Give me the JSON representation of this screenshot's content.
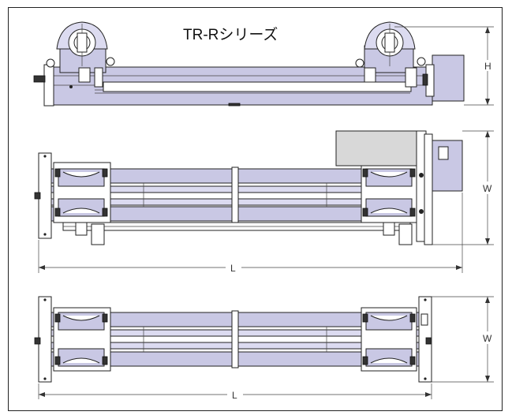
{
  "title": "TR-Rシリーズ",
  "dimensions": {
    "height": "H",
    "width_top": "W",
    "length_top": "L",
    "width_bottom": "W",
    "length_bottom": "L"
  }
}
